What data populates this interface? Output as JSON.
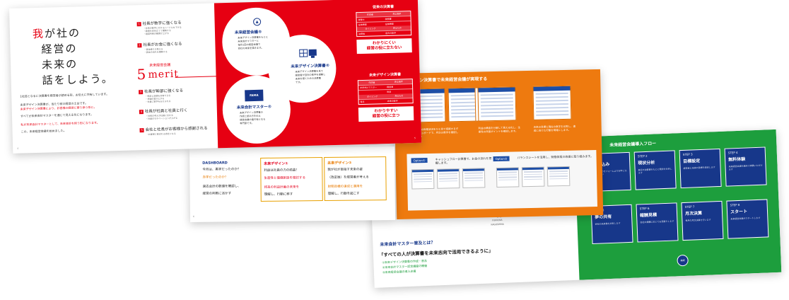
{
  "front": {
    "headline": [
      "が社の",
      "経営の",
      "未来の",
      "話をしよう。"
    ],
    "headline_red_char": "我",
    "intro": [
      "1社目となるに決算書を経営者が読める形、お伝えに共有しています。",
      "",
      "未来デザイン決算書が、当たり前の経営の土台です。",
      "未来デザイン決算書により、お客様の経営に寄り添う形に。",
      "すべてが未来会計マスターを通じて見える化になります。",
      "",
      "私が未来会計マスターとして、未来会計を担う形になります。",
      "この、未来経営会議を始めました。"
    ],
    "merit_label": "未来経営会議",
    "merit_five": "5",
    "merit_word": "merit",
    "items": [
      {
        "num": "1",
        "text": "社長が数字に強くなる",
        "sub": [
          "・社長の数字に対するハードルを下げる",
          "・数値を体系立てて理解する",
          "・経営判断の精度が上がる"
        ]
      },
      {
        "num": "2",
        "text": "社長がお金に強くなる",
        "sub": [
          "・資金繰りが見える",
          "・資金の流れを理解する"
        ]
      },
      {
        "num": "3",
        "text": "社長が幹部に強くなる",
        "sub": [
          "・幹部と目標を共有できる",
          "・会議の質が上がる",
          "・社員に数字を伝えられる"
        ]
      },
      {
        "num": "4",
        "text": "社長が社員と社員と行く",
        "sub": [
          "・社長の考えが社員に伝わる",
          "・社員のモチベーションが上がる"
        ]
      },
      {
        "num": "5",
        "text": "会社と社長がお客様から感謝される",
        "sub": [
          "・お客様に喜ばれる会社になる"
        ]
      }
    ],
    "venn": {
      "top_title": "未来経営会議®",
      "top_text": [
        "未来デザイン決算書をもとに",
        "未来会計マスターと",
        "毎月1回の経営会議で",
        "会社の未来を描きます。"
      ],
      "right_title": "未来デザイン決算書®",
      "right_text": [
        "未来デザイン決算書を見て",
        "経営者が自社の数字を理解し",
        "未来を描くための決算書",
        "です。"
      ],
      "bottom_title": "未来会計マスター®",
      "bottom_text": [
        "未来デザイン決算書の",
        "作成と読み方を伝え",
        "経営会議の進行役となる",
        "専門家です。"
      ],
      "fama": "FAMA"
    },
    "old_statement": {
      "heading": "従来の決算書",
      "cols": [
        "作成者",
        "見る相手"
      ],
      "rows": [
        [
          "税理士",
          "税務署"
        ],
        [
          "金融機関",
          "金融機関"
        ]
      ],
      "subcols": [
        "タイミング",
        "見るもの"
      ],
      "subrows": [
        [
          "決算後",
          "過去の数字"
        ]
      ],
      "box": [
        "わかりにくい",
        "経営の役に立たない"
      ]
    },
    "new_statement": {
      "heading": "未来デザイン決算書",
      "cols": [
        "作成者",
        "見る相手"
      ],
      "rows": [
        [
          "未来会計マスター",
          "経営者"
        ],
        [
          "",
          "幹部"
        ]
      ],
      "subcols": [
        "タイミング",
        "見るもの"
      ],
      "subrows": [
        [
          "毎月",
          "未来の数字"
        ]
      ],
      "box": [
        "わかりやすい",
        "経営の役に立つ"
      ]
    },
    "page_left": "4",
    "page_right": "5"
  },
  "middle": {
    "boxes": [
      {
        "label": "DASHBOARD",
        "lines": [
          "今月は、黒字だったのか？",
          "赤字だったのか？",
          "",
          "過去会計の数値を確認し、",
          "経営の判断に活かす"
        ]
      },
      {
        "label": "未来デザイン①",
        "lines": [
          "利益は社員の力の結晶！",
          "生産性と価値創造を検討する",
          "",
          "将来の利益計画の未来を",
          "理解し、行動に移す"
        ]
      },
      {
        "label": "未来デザイン②",
        "lines": [
          "我が社が目指す未来の姿",
          "（改定後）を経営者が考える",
          "",
          "財務目標の達成と運用を",
          "理解し、行動を起こす"
        ]
      }
    ],
    "page": "6"
  },
  "orange": {
    "title": "未来デザイン決算書で未来経営会議が実現する",
    "descs": [
      "会社の財務状況をひと目で把握するダッシュボードで、月次の数字を確認します。",
      "利益の構造を分解して見える化し、生産性の改善ポイントを確認します。",
      "未来の目標と現在の数字を比較し、達成に向けた行動を明確にします。"
    ],
    "option1": "Option①",
    "option1_text": "キャッシュフロー計算書で、お金の流れを把握します。",
    "option2": "Option②",
    "option2_text": "バランスシートを活用し、財務体質の改善に取り組みます。"
  },
  "green": {
    "title": "未来経営会議導入フロー",
    "steps": [
      {
        "label": "STEP 1",
        "name": "お申込み",
        "desc": "お問い合わせフォームよりお申し込みください"
      },
      {
        "label": "STEP 2",
        "name": "現状分析",
        "desc": "直近の決算書をもとに現状を分析します"
      },
      {
        "label": "STEP 3",
        "name": "目標設定",
        "desc": "経営者と未来の目標を設定します"
      },
      {
        "label": "STEP 4",
        "name": "無料体験",
        "desc": "未来経営会議を無料で体験いただけます"
      },
      {
        "label": "STEP 5",
        "name": "夢の共有",
        "desc": "会社の未来像を共有します"
      },
      {
        "label": "STEP 6",
        "name": "報酬見積",
        "desc": "会社の規模に応じてお見積りします"
      },
      {
        "label": "STEP 7",
        "name": "月次決算",
        "desc": "毎月の月次決算を行います"
      },
      {
        "label": "STEP 8",
        "name": "スタート",
        "desc": "未来経営会議がスタートします"
      }
    ],
    "circle": "継続",
    "left_title": "未来会計マスター普及とは？",
    "left_quote": "「すべての人が決算書を未来志向で活用できるように」",
    "left_items": [
      "①未来デザイン決算書の作成・普及",
      "②未来会計マスター認定講座の開催",
      "③未来経営会議の導入支援"
    ],
    "cities": [
      "SAPPORO",
      "SENDAI",
      "TOKYO",
      "NAGOYA",
      "OSAKA",
      "FUKUOKA",
      "KAGOSHIMA",
      "HIROSHIMA"
    ]
  }
}
